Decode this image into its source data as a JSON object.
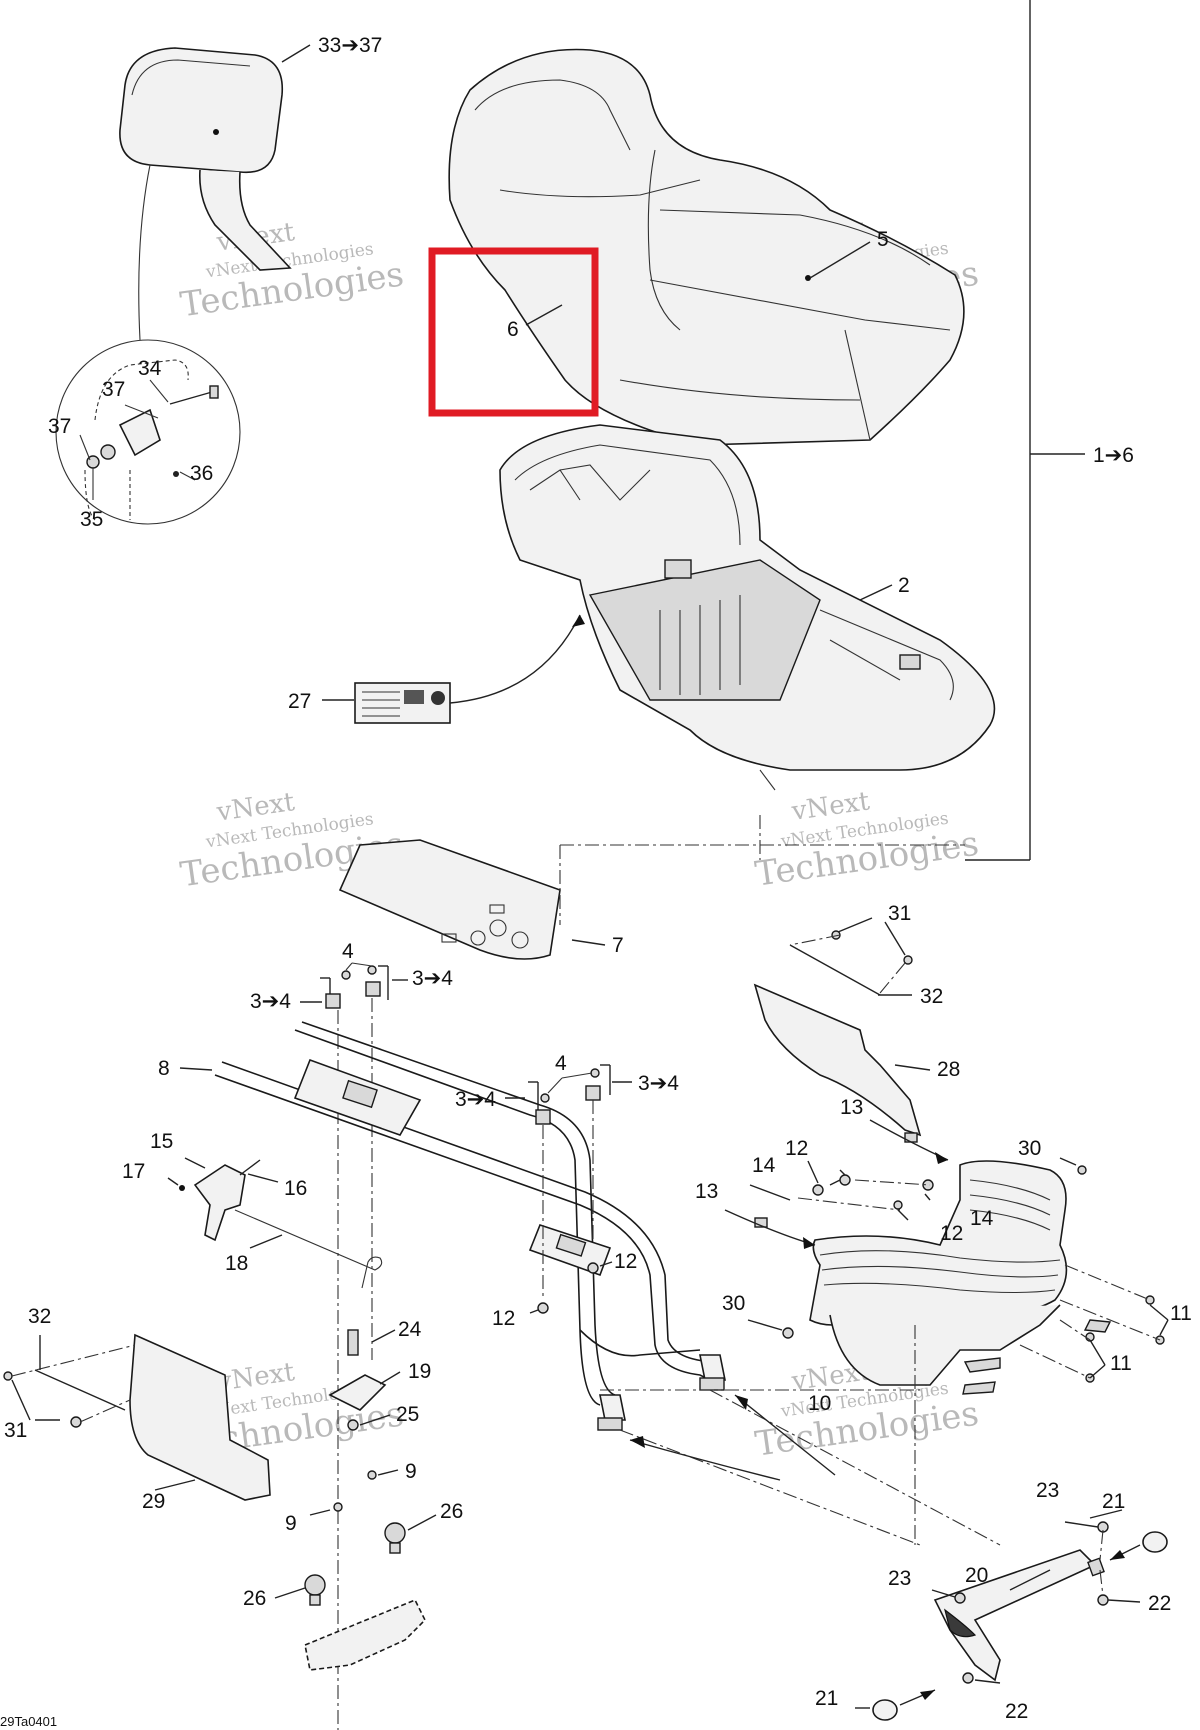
{
  "diagram": {
    "footer_code": "29Ta0401",
    "watermark_line1": "vNext",
    "watermark_line2": "vNext Technologies",
    "watermark_line3": "Technologies",
    "callouts": {
      "c33_37": "33➔37",
      "c1_6": "1➔6",
      "c6": "6",
      "c5": "5",
      "c2": "2",
      "c27": "27",
      "c34": "34",
      "c37a": "37",
      "c37b": "37",
      "c36": "36",
      "c35": "35",
      "c7": "7",
      "c4a": "4",
      "c3_4a": "3➔4",
      "c3_4b": "3➔4",
      "c8": "8",
      "c4b": "4",
      "c3_4c": "3➔4",
      "c3_4d": "3➔4",
      "c31a": "31",
      "c32a": "32",
      "c28": "28",
      "c13a": "13",
      "c12a": "12",
      "c14a": "14",
      "c30a": "30",
      "c13b": "13",
      "c14b": "14",
      "c12b": "12",
      "c15": "15",
      "c17": "17",
      "c16": "16",
      "c18": "18",
      "c12c": "12",
      "c12d": "12",
      "c30b": "30",
      "c11a": "11",
      "c11b": "11",
      "c32b": "32",
      "c24": "24",
      "c19": "19",
      "c25": "25",
      "c31b": "31",
      "c9a": "9",
      "c9b": "9",
      "c29": "29",
      "c26a": "26",
      "c26b": "26",
      "c10": "10",
      "c23a": "23",
      "c21a": "21",
      "c23b": "23",
      "c20": "20",
      "c22a": "22",
      "c21b": "21",
      "c22b": "22"
    },
    "highlight_color": "#e01b24"
  }
}
